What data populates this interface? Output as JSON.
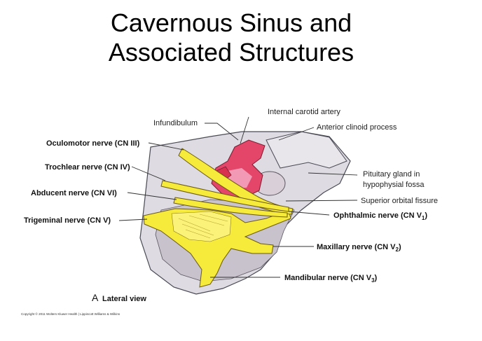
{
  "title": {
    "line1": "Cavernous Sinus and",
    "line2": "Associated Structures"
  },
  "labels": {
    "internal_carotid_artery": "Internal carotid artery",
    "infundibulum": "Infundibulum",
    "anterior_clinoid_process": "Anterior clinoid process",
    "oculomotor_nerve": "Oculomotor nerve (CN III)",
    "trochlear_nerve": "Trochlear nerve (CN IV)",
    "pituitary_gland_line1": "Pituitary gland in",
    "pituitary_gland_line2": "hypophysial fossa",
    "abducent_nerve": "Abducent nerve (CN VI)",
    "superior_orbital_fissure": "Superior orbital fissure",
    "trigeminal_nerve": "Trigeminal nerve (CN V)",
    "ophthalmic_nerve": "Ophthalmic nerve (CN V",
    "ophthalmic_sub": "1",
    "maxillary_nerve": "Maxillary nerve (CN V",
    "maxillary_sub": "2",
    "mandibular_nerve": "Mandibular nerve (CN V",
    "mandibular_sub": "3",
    "close_paren": ")"
  },
  "view": {
    "letter": "A",
    "label": "Lateral view"
  },
  "copyright": "Copyright © 2011 Wolters Kluwer Health | Lippincott Williams & Wilkins",
  "colors": {
    "nerve_yellow": "#f6ea3a",
    "nerve_outline": "#6b5a10",
    "artery_red": "#e03a5a",
    "artery_pink": "#f08aa8",
    "bone_gray": "#d9d6dc",
    "sinus_gray": "#bdb8c4"
  }
}
